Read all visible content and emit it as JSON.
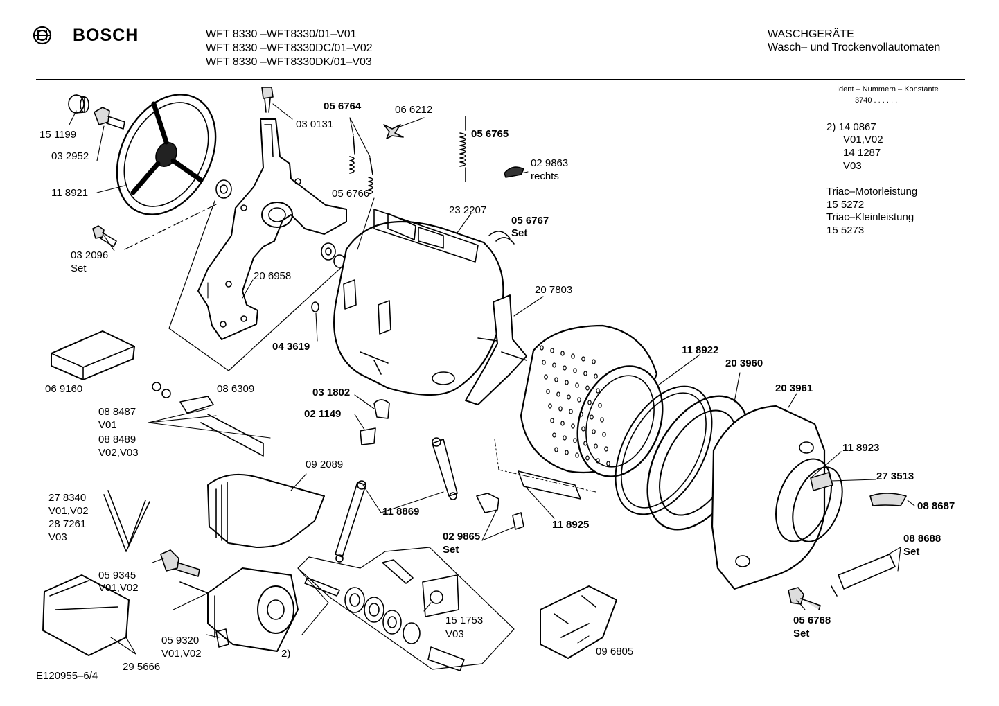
{
  "header": {
    "brand": "BOSCH",
    "models": [
      "WFT 8330 –WFT8330/01–V01",
      "WFT 8330 –WFT8330DC/01–V02",
      "WFT 8330 –WFT8330DK/01–V03"
    ],
    "category": "WASCHGERÄTE",
    "subcategory": "Wasch– und Trockenvollautomaten"
  },
  "side_notes": {
    "ident_title": "Ident – Nummern – Konstante",
    "ident_value": "3740 . . . . . .",
    "note_lines": [
      "2)  14 0867",
      "V01,V02",
      "14 1287",
      "V03"
    ],
    "triac_lines": [
      "Triac–Motorleistung",
      "15 5272",
      "Triac–Kleinleistung",
      "15 5273"
    ]
  },
  "footer": {
    "drawing_id": "E120955–6/4"
  },
  "parts": [
    {
      "id": "151199",
      "text": "15 1199"
    },
    {
      "id": "032952",
      "text": "03 2952"
    },
    {
      "id": "118921",
      "text": "11 8921"
    },
    {
      "id": "032096",
      "text": "03 2096"
    },
    {
      "id": "032096set",
      "text": "Set"
    },
    {
      "id": "030131",
      "text": "03 0131"
    },
    {
      "id": "056764",
      "text": "05 6764"
    },
    {
      "id": "066212",
      "text": "06 6212"
    },
    {
      "id": "056765",
      "text": "05 6765"
    },
    {
      "id": "029863",
      "text": "02 9863"
    },
    {
      "id": "029863r",
      "text": "rechts"
    },
    {
      "id": "056766",
      "text": "05 6766"
    },
    {
      "id": "232207",
      "text": "23 2207"
    },
    {
      "id": "056767",
      "text": "05 6767"
    },
    {
      "id": "056767set",
      "text": "Set"
    },
    {
      "id": "206958",
      "text": "20 6958"
    },
    {
      "id": "207803",
      "text": "20 7803"
    },
    {
      "id": "043619",
      "text": "04 3619"
    },
    {
      "id": "069160",
      "text": "06 9160"
    },
    {
      "id": "086309",
      "text": "08 6309"
    },
    {
      "id": "118922",
      "text": "11 8922"
    },
    {
      "id": "203960",
      "text": "20 3960"
    },
    {
      "id": "203961",
      "text": "20 3961"
    },
    {
      "id": "031802",
      "text": "03 1802"
    },
    {
      "id": "021149",
      "text": "02 1149"
    },
    {
      "id": "088487",
      "text": "08 8487"
    },
    {
      "id": "088487v",
      "text": "V01"
    },
    {
      "id": "088489",
      "text": "08 8489"
    },
    {
      "id": "088489v",
      "text": "V02,V03"
    },
    {
      "id": "092089",
      "text": "09 2089"
    },
    {
      "id": "118923",
      "text": "11 8923"
    },
    {
      "id": "273513",
      "text": "27 3513"
    },
    {
      "id": "088687",
      "text": "08 8687"
    },
    {
      "id": "278340",
      "text": "27 8340"
    },
    {
      "id": "278340v",
      "text": "V01,V02"
    },
    {
      "id": "287261",
      "text": "28 7261"
    },
    {
      "id": "287261v",
      "text": "V03"
    },
    {
      "id": "118869",
      "text": "11 8869"
    },
    {
      "id": "118925",
      "text": "11 8925"
    },
    {
      "id": "029865",
      "text": "02 9865"
    },
    {
      "id": "029865set",
      "text": "Set"
    },
    {
      "id": "088688",
      "text": "08 8688"
    },
    {
      "id": "088688set",
      "text": "Set"
    },
    {
      "id": "059345",
      "text": "05 9345"
    },
    {
      "id": "059345v",
      "text": "V01,V02"
    },
    {
      "id": "151753",
      "text": "15 1753"
    },
    {
      "id": "151753v",
      "text": "V03"
    },
    {
      "id": "056768",
      "text": "05 6768"
    },
    {
      "id": "056768set",
      "text": "Set"
    },
    {
      "id": "059320",
      "text": "05 9320"
    },
    {
      "id": "059320v",
      "text": "V01,V02"
    },
    {
      "id": "note2",
      "text": "2)"
    },
    {
      "id": "096805",
      "text": "09 6805"
    },
    {
      "id": "295666",
      "text": "29 5666"
    }
  ]
}
